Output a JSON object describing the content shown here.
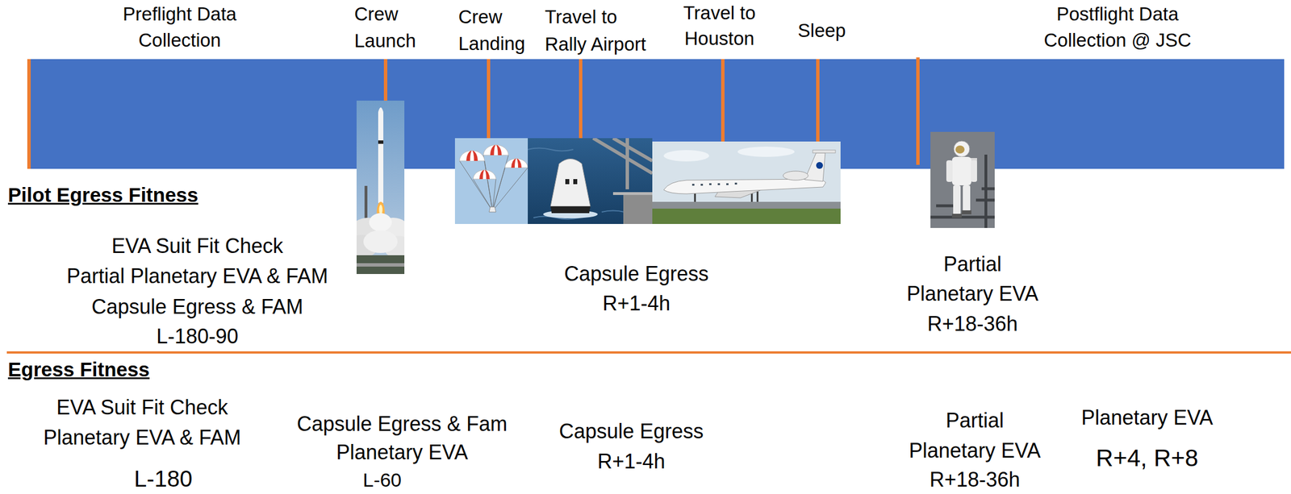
{
  "diagram": {
    "labels": [
      "Preflight Data",
      "Collection",
      "Crew",
      "Launch",
      "Crew",
      "Landing",
      "Travel to",
      "Rally Airport",
      "Travel to",
      "Houston",
      "Sleep",
      "Postflight Data",
      "Collection @ JSC",
      "Pilot Egress Fitness",
      "EVA Suit Fit Check",
      "Partial Planetary EVA & FAM",
      "Capsule Egress & FAM",
      "L-180-90",
      "Capsule Egress",
      "R+1-4h",
      "Partial",
      "Planetary EVA",
      "R+18-36h",
      "Egress Fitness",
      "EVA Suit Fit Check",
      "Planetary EVA & FAM",
      "L-180",
      "Capsule Egress & Fam",
      "Planetary EVA",
      "L-60",
      "Capsule Egress",
      "R+1-4h",
      "Partial",
      "Planetary EVA",
      "R+18-36h",
      "Planetary EVA",
      "R+4, R+8"
    ]
  }
}
